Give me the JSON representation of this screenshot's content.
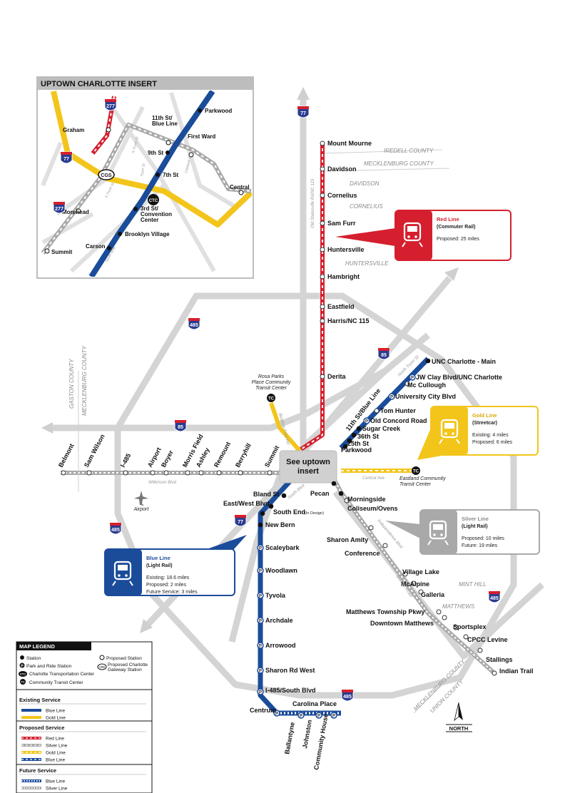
{
  "insert": {
    "title": "UPTOWN CHARLOTTE INSERT",
    "stations": [
      "Parkwood",
      "11th St/\nBlue Line",
      "First Ward",
      "Graham",
      "9th St",
      "7th St",
      "Central",
      "Morehead",
      "3rd St/\nConvention\nCenter",
      "Carson",
      "Brooklyn Village",
      "Summit"
    ],
    "badges": {
      "cgs": "CGS",
      "ctc": "CTC"
    },
    "roads": [
      "N Tryon St",
      "Tryon St",
      "Caldwell St",
      "S Tryon St",
      "South Blvd"
    ],
    "shields": [
      "277",
      "77",
      "277"
    ]
  },
  "shields": {
    "i77_north": "77",
    "i485_nw": "485",
    "i85_ne": "85",
    "i85_west": "85",
    "i77_south": "77",
    "i485_sw": "485",
    "i485_se": "485",
    "i485_south": "485"
  },
  "counties": {
    "iredell": "IREDELL COUNTY",
    "mecklenburg": "MECKLENBURG COUNTY",
    "gaston": "GASTON COUNTY",
    "mecklenburg_w": "MECKLENBURG COUNTY",
    "mecklenburg_s": "MECKLENBURG COUNTY",
    "union": "UNION COUNTY"
  },
  "towns": {
    "davidson": "DAVIDSON",
    "cornelius": "CORNELIUS",
    "huntersville": "HUNTERSVILLE",
    "mint_hill": "MINT HILL",
    "matthews": "MATTHEWS"
  },
  "roads": {
    "old_statesville": "Old Statesville Rd/NC 115",
    "north_tryon": "North Tryon St",
    "beatties_ford": "Beatties Ford Rd",
    "wilkinson": "Wilkinson Blvd",
    "south_blvd": "South Blvd",
    "central_ave": "Central Ave",
    "independence": "Independence Blvd",
    "monroe": "Monroe Road"
  },
  "red_stations": [
    "Mount Mourne",
    "Davidson",
    "Cornelius",
    "Sam Furr",
    "Huntersville",
    "Hambright",
    "Eastfield",
    "Harris/NC 115",
    "Derita"
  ],
  "blue_ne_stations": [
    "UNC Charlotte - Main",
    "JW Clay Blvd/UNC Charlotte",
    "Mc Cullough",
    "University City Blvd",
    "Tom Hunter",
    "Old Concord Road",
    "Sugar Creek",
    "36th St",
    "25th St",
    "Parkwood",
    "11th St/Blue Line"
  ],
  "blue_s_stations": [
    "Bland St",
    "East/West Blvd",
    "South End",
    "New Bern",
    "Scaleybark",
    "Woodlawn",
    "Tyvola",
    "Archdale",
    "Arrowood",
    "Sharon Rd West",
    "I-485/South Blvd"
  ],
  "south_end_note": "(In Design)",
  "blue_future_stations": [
    "Centrum",
    "Carolina Place",
    "Ballantyne",
    "Johnston",
    "Community House"
  ],
  "silver_west_stations": [
    "Belmont",
    "Sam Wilson",
    "I-485",
    "Airport",
    "Boyer",
    "Morris Field",
    "Ashley",
    "Remount",
    "Berryhill",
    "Summit"
  ],
  "silver_east_stations": [
    "Pecan",
    "Morningside",
    "Coliseum/Ovens",
    "Sharon Amity",
    "Conference",
    "Village Lake",
    "McAlpine",
    "Galleria",
    "Matthews Township Pkwy",
    "Downtown Matthews",
    "Sportsplex",
    "CPCC Levine",
    "Stallings",
    "Indian Trail"
  ],
  "gold_labels": {
    "rosa_parks": "Rosa Parks\nPlace Community\nTransit Center",
    "eastland": "Eastland Community\nTransit Center"
  },
  "badges": {
    "tc": "TC"
  },
  "airport": "Airport",
  "center_label": "See uptown\ninsert",
  "line_boxes": {
    "red": {
      "name": "Red Line",
      "type": "(Commuter Rail)",
      "notes": [
        "Proposed: 25 miles"
      ],
      "color": "#d51f2e"
    },
    "gold": {
      "name": "Gold Line",
      "type": "(Streetcar)",
      "notes": [
        "Existing: 4 miles",
        "Proposed: 6 miles"
      ],
      "color": "#f3c51b"
    },
    "silver": {
      "name": "Silver Line",
      "type": "(Light Rail)",
      "notes": [
        "Proposed: 10 miles",
        "Future: 19 miles"
      ],
      "color": "#a9a9a9"
    },
    "blue": {
      "name": "Blue Line",
      "type": "(Light Rail)",
      "notes": [
        "Existing: 18.6 miles",
        "Proposed: 2 miles",
        "Future Service: 3 miles"
      ],
      "color": "#1b4c9a"
    }
  },
  "legend": {
    "title": "MAP LEGEND",
    "symbols": [
      "Station",
      "Proposed Station",
      "Park and Ride Station",
      "Proposed Charlotte\nGateway Station",
      "Charlotte Transportation Center",
      "Community Transit Center"
    ],
    "symbol_marks": {
      "park_ride": "P",
      "cgs": "CGS",
      "ctc": "CTC",
      "tc": "TC"
    },
    "existing_title": "Existing Service",
    "existing": [
      "Blue Line",
      "Gold Line"
    ],
    "proposed_title": "Proposed Service",
    "proposed": [
      "Red Line",
      "Silver Line",
      "Gold Line",
      "Blue Line"
    ],
    "future_title": "Future Service",
    "future": [
      "Blue Line",
      "Silver Line"
    ]
  },
  "north": "NORTH",
  "colors": {
    "blue": "#1b4c9a",
    "gold": "#f3c51b",
    "red": "#d51f2e",
    "silver": "#a9a9a9",
    "road": "#d4d4d4",
    "shield": "#2a3b8f"
  }
}
